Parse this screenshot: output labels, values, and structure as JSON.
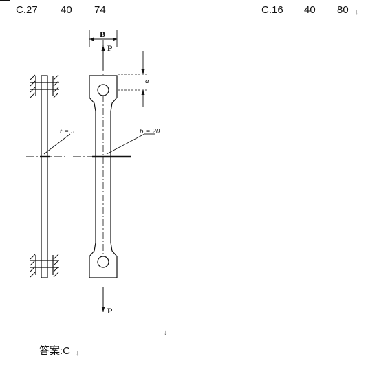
{
  "options": {
    "c": {
      "label": "C.27",
      "v1": "40",
      "v2": "74"
    },
    "d": {
      "label": "C.16",
      "v1": "40",
      "v2": "80",
      "mark": "↓"
    }
  },
  "figure": {
    "width_label": "B",
    "force_top": "P",
    "force_bottom": "P",
    "dim_a": "a",
    "thickness_label": "t = 5",
    "breadth_label": "b = 20"
  },
  "return_mark": "↓",
  "answer": {
    "text": "答案:C",
    "mark": "↓"
  }
}
